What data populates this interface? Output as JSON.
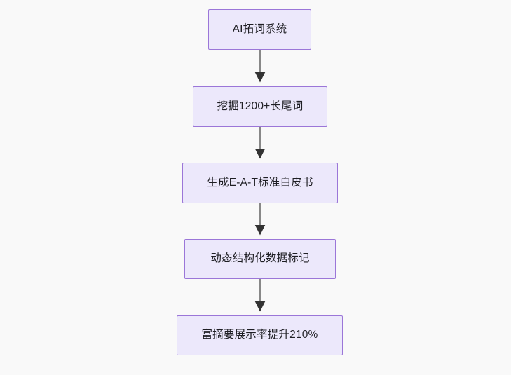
{
  "diagram": {
    "type": "flowchart",
    "direction": "top-to-bottom",
    "background_color": "#f9f9f9",
    "node_fill_color": "#ece8fb",
    "node_border_color": "#9b76d8",
    "edge_color": "#888888",
    "arrowhead_color": "#333333",
    "text_color": "#1f1f24",
    "nodes": [
      {
        "id": "node-0",
        "label": "AI拓词系统"
      },
      {
        "id": "node-1",
        "label": "挖掘1200+长尾词"
      },
      {
        "id": "node-2",
        "label": "生成E-A-T标准白皮书"
      },
      {
        "id": "node-3",
        "label": "动态结构化数据标记"
      },
      {
        "id": "node-4",
        "label": "富摘要展示率提升210%"
      }
    ],
    "edges": [
      {
        "id": "edge-0",
        "from": "node-0",
        "to": "node-1"
      },
      {
        "id": "edge-1",
        "from": "node-1",
        "to": "node-2"
      },
      {
        "id": "edge-2",
        "from": "node-2",
        "to": "node-3"
      },
      {
        "id": "edge-3",
        "from": "node-3",
        "to": "node-4"
      }
    ]
  }
}
